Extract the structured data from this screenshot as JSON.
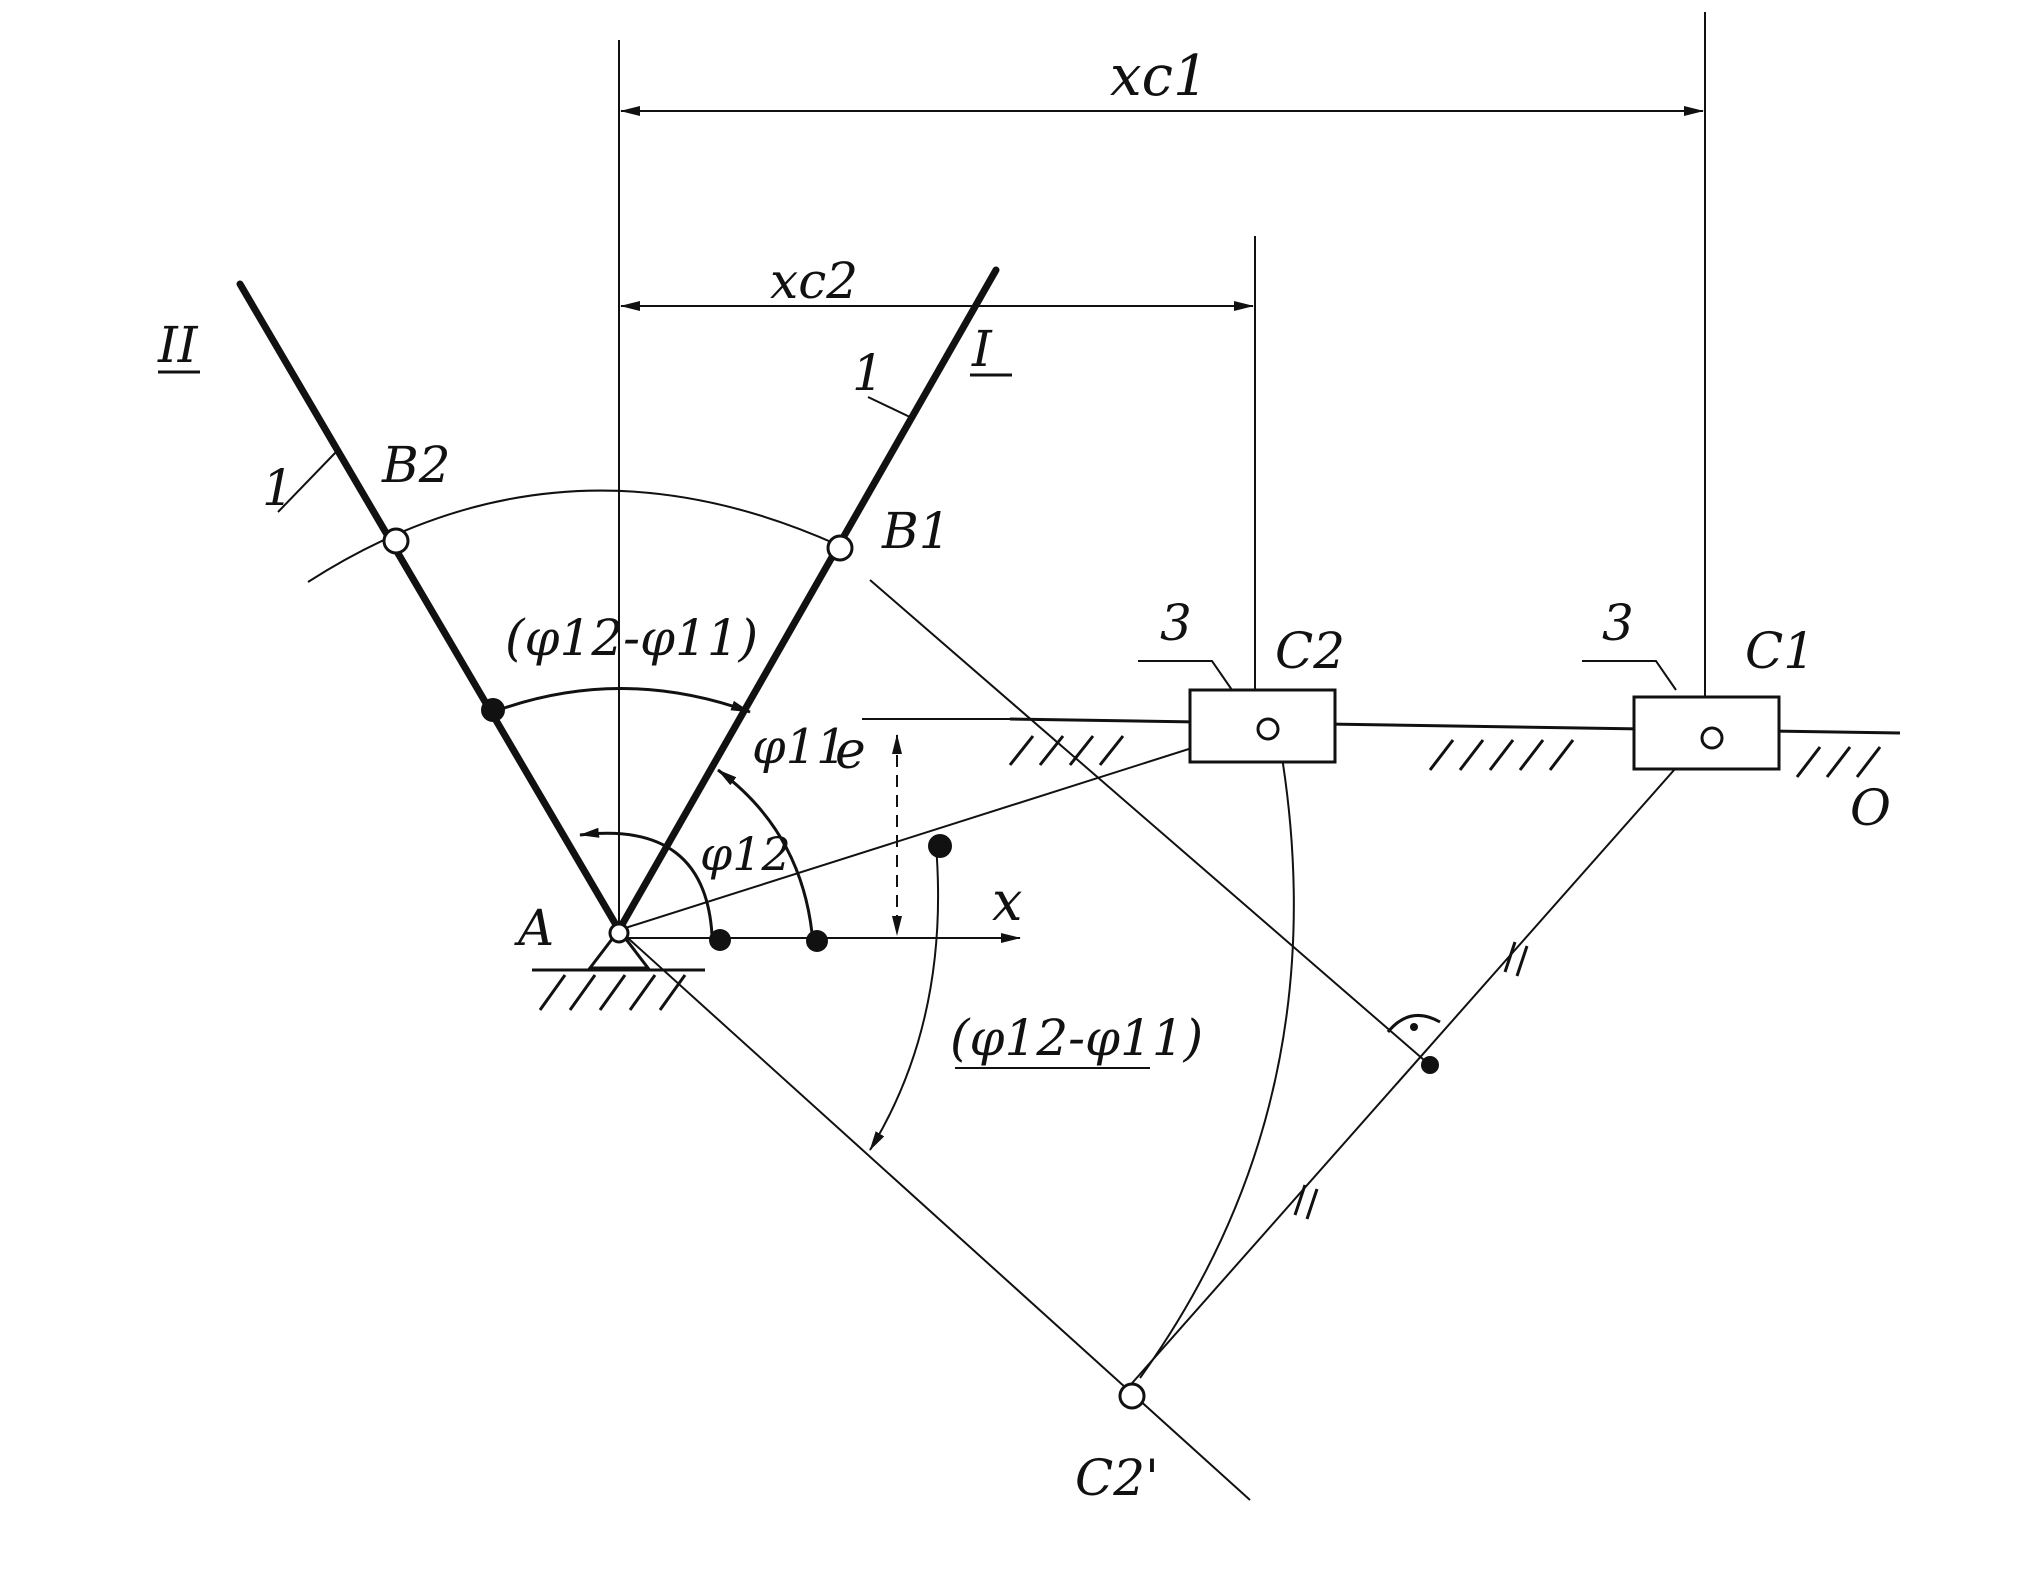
{
  "labels": {
    "xc1": "xc1",
    "xc2": "xc2",
    "II": "II",
    "I": "I",
    "link1_left": "1",
    "link1_right": "1",
    "B2": "B2",
    "B1": "B1",
    "angle_diff_top": "(φ12-φ11)",
    "phi11": "φ11",
    "e": "e",
    "phi12": "φ12",
    "A": "A",
    "x_axis": "x",
    "angle_diff_bottom": "(φ12-φ11)",
    "slider3_left": "3",
    "slider3_right": "3",
    "C2": "C2",
    "C1": "C1",
    "O": "O",
    "C2_prime": "C2'",
    "tick_marks_top": "//",
    "tick_marks_bottom": "//"
  }
}
